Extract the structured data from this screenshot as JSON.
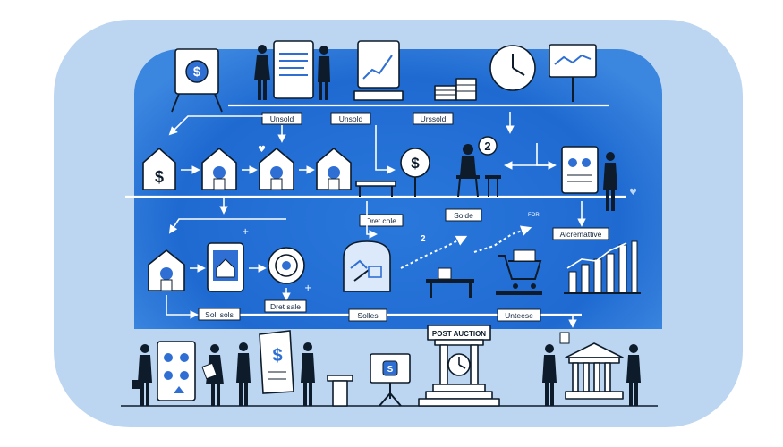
{
  "colors": {
    "outer_bg": "#ffffff",
    "panel_light": "#bcd6f2",
    "panel_blue": "#2472d9",
    "ink": "#0d1b2a",
    "line": "#ffffff"
  },
  "labels": {
    "unsold_1": "Unsold",
    "unsold_2": "Unsold",
    "unsold_3": "Urssold",
    "dret_cole": "Dret cole",
    "solde": "Solde",
    "alternative": "Alcremattive",
    "soll_sols": "Soll sols",
    "dret_sale": "Dret sale",
    "solles": "Solles",
    "unteese": "Unteese",
    "post_auction": "POST AUCTION",
    "bubble_num": "2",
    "num_2": "2",
    "tag": "FOR"
  },
  "icons": [
    "easel-dollar-icon",
    "presenter-chart-icon",
    "whiteboard-trend-icon",
    "paper-stack-icon",
    "clock-icon",
    "billboard-chart-icon",
    "house-dollar-icon",
    "house-icon",
    "dollar-coin-icon",
    "table-icon",
    "seated-person-icon",
    "clipboard-presenter-icon",
    "tablet-house-icon",
    "target-icon",
    "map-card-icon",
    "desk-icon",
    "shopping-cart-icon",
    "bar-chart-icon",
    "people-presenting-icon",
    "podium-icon",
    "monitor-dollar-icon",
    "auction-clock-building-icon",
    "bank-building-icon"
  ]
}
